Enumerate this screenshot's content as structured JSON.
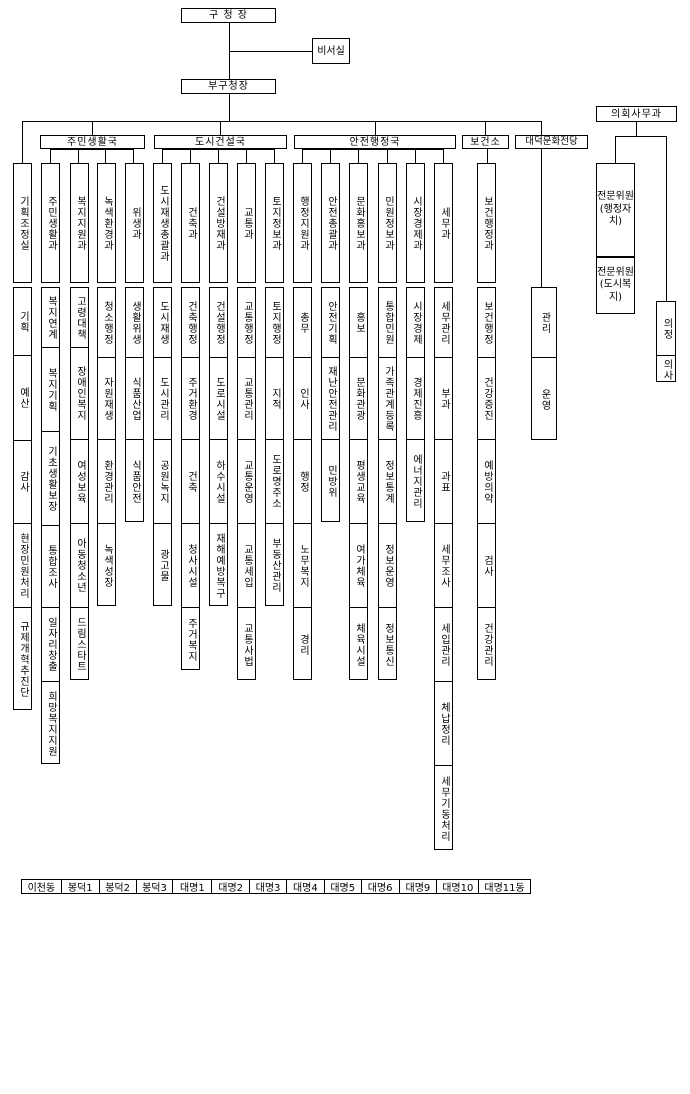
{
  "top": {
    "mayor": "구 청 장",
    "secretary": "비서실",
    "deputy": "부구청장"
  },
  "council": {
    "head": "의회사무과"
  },
  "bureaus": {
    "resident": "주민생활국",
    "city": "도시건설국",
    "safety": "안전행정국",
    "health": "보건소",
    "hall": "대덕문화전당"
  },
  "columns": [
    {
      "title": "기획조정실",
      "units": [
        "기획",
        "예산",
        "감사",
        "현장민원처리",
        "규제개혁추진단"
      ]
    },
    {
      "title": "주민생활과",
      "units": [
        "복지연계",
        "복지기획",
        "기초생활보장",
        "통합조사",
        "일자리창출",
        "희망복지지원"
      ]
    },
    {
      "title": "복지지원과",
      "units": [
        "고령대책",
        "장애인복지",
        "여성보육",
        "아동청소년",
        "드림스타트"
      ]
    },
    {
      "title": "녹색환경과",
      "units": [
        "청소행정",
        "자원재생",
        "환경관리",
        "녹색성장"
      ]
    },
    {
      "title": "위생과",
      "units": [
        "생활위생",
        "식품산업",
        "식품안전"
      ]
    },
    {
      "title": "도시재생총괄과",
      "units": [
        "도시재생",
        "도시관리",
        "공원녹지",
        "광고물"
      ]
    },
    {
      "title": "건축과",
      "units": [
        "건축행정",
        "주거환경",
        "건축",
        "청사시설",
        "주거복지"
      ]
    },
    {
      "title": "건설방재과",
      "units": [
        "건설행정",
        "도로시설",
        "하수시설",
        "재해예방복구"
      ]
    },
    {
      "title": "교통과",
      "units": [
        "교통행정",
        "교통관리",
        "교통운영",
        "교통세입",
        "교통사법"
      ]
    },
    {
      "title": "토지정보과",
      "units": [
        "토지행정",
        "지적",
        "도로명주소",
        "부동산관리"
      ]
    },
    {
      "title": "행정지원과",
      "units": [
        "총무",
        "인사",
        "행정",
        "노무복지",
        "경리"
      ]
    },
    {
      "title": "안전총괄과",
      "units": [
        "안전기획",
        "재난안전관리",
        "민방위"
      ]
    },
    {
      "title": "문화홍보과",
      "units": [
        "홍보",
        "문화관광",
        "평생교육",
        "여가체육",
        "체육시설"
      ]
    },
    {
      "title": "민원정보과",
      "units": [
        "통합민원",
        "가족관계등록",
        "정보통계",
        "정보운영",
        "정보통신"
      ]
    },
    {
      "title": "시장경제과",
      "units": [
        "시장경제",
        "경제진흥",
        "에너지관리"
      ]
    },
    {
      "title": "세무과",
      "units": [
        "세무관리",
        "부과",
        "과표",
        "세무조사",
        "세입관리",
        "체납정리",
        "세무기동처리"
      ]
    },
    {
      "title": "보건행정과",
      "units": [
        "보건행정",
        "건강증진",
        "예방의약",
        "검사",
        "건강관리"
      ]
    },
    {
      "title": "",
      "units": [
        "관리",
        "운영"
      ]
    }
  ],
  "council_units": {
    "a": "전문위원(행정자치)",
    "b": "전문위원(도시복지)"
  },
  "council_col": [
    "의정",
    "의사"
  ],
  "dongs": [
    "이천동",
    "봉덕1",
    "봉덕2",
    "봉덕3",
    "대명1",
    "대명2",
    "대명3",
    "대명4",
    "대명5",
    "대명6",
    "대명9",
    "대명10",
    "대명11동"
  ]
}
